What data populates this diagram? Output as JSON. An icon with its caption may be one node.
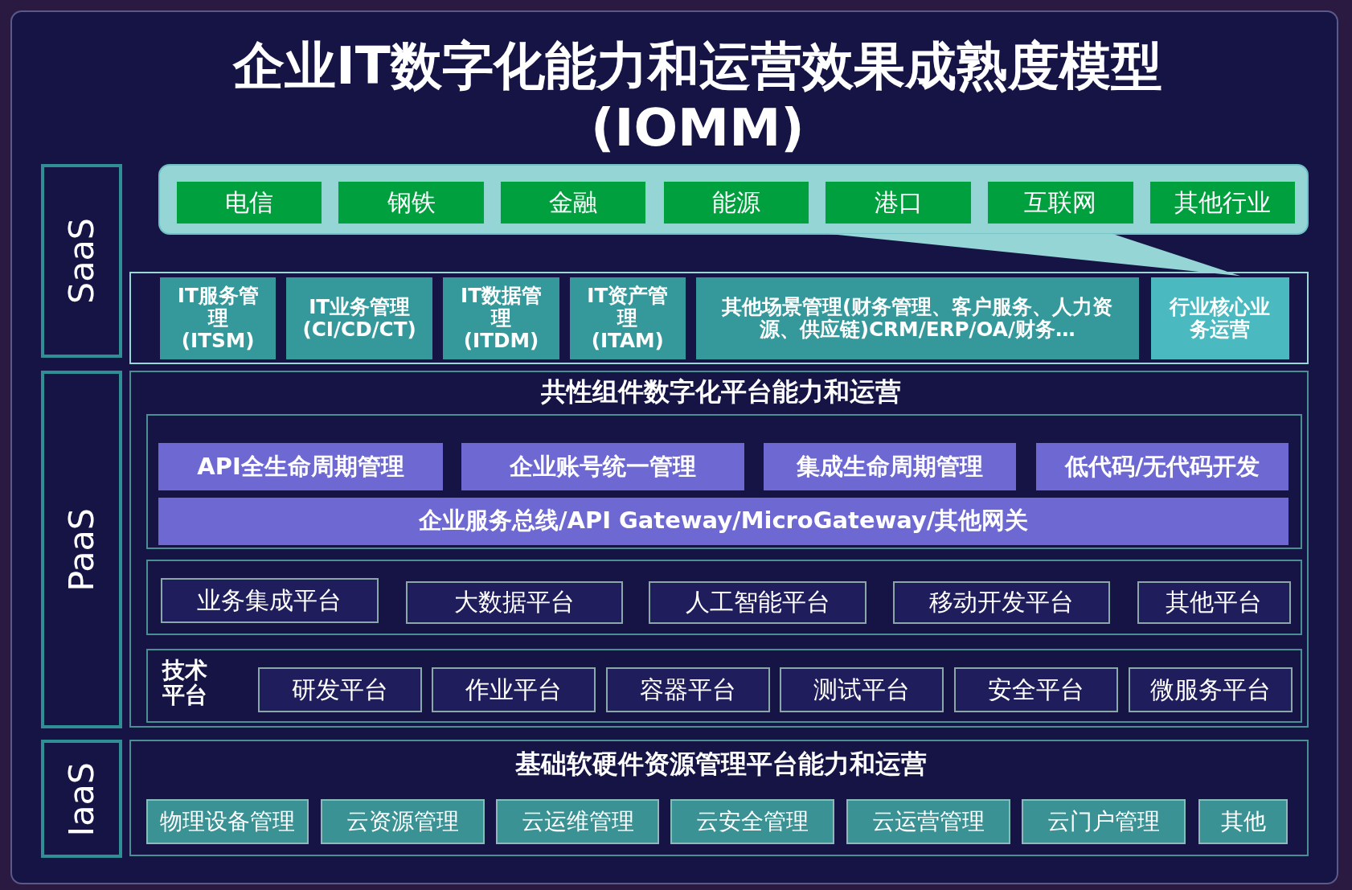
{
  "diagram": {
    "title": "企业IT数字化能力和运营效果成熟度模型(IOMM)",
    "nodes": [
      {
        "text": [
          "SaaS"
        ]
      },
      {
        "text": [],
        "shape": "box"
      },
      {
        "text": [
          "电信"
        ],
        "in": 1
      },
      {
        "text": [
          "钢铁"
        ],
        "in": 1
      },
      {
        "text": [
          "金融"
        ],
        "in": 1
      },
      {
        "text": [
          "能源"
        ],
        "in": 1
      },
      {
        "text": [
          "港口"
        ],
        "in": 1
      },
      {
        "text": [
          "互联网"
        ],
        "in": 1
      },
      {
        "text": [
          "其他行业"
        ],
        "in": 1
      },
      {
        "text": [],
        "shape": "box"
      },
      {
        "text": [
          "IT服务管理(ITSM)"
        ],
        "in": 9
      },
      {
        "text": [
          "IT业务管理(CI/CD/CT)"
        ],
        "in": 9
      },
      {
        "text": [
          "IT数据管理(ITDM)"
        ],
        "in": 9
      },
      {
        "text": [
          "IT资产管理(ITAM)"
        ],
        "in": 9
      },
      {
        "text": [
          "其他场景管理(财务管理、客户服务、人力资源、供应链)CRM/ERP/OA/财务…"
        ],
        "in": 9
      },
      {
        "text": [
          "行业核心业务运营"
        ],
        "in": 9
      },
      {
        "text": [
          "PaaS"
        ]
      },
      {
        "text": [
          "共性组件数字化平台能力和运营"
        ]
      },
      {
        "text": [],
        "shape": "box",
        "in": 17
      },
      {
        "text": [
          "API全生命周期管理"
        ],
        "in": 18
      },
      {
        "text": [
          "企业账号统一管理"
        ],
        "in": 18
      },
      {
        "text": [
          "集成生命周期管理"
        ],
        "in": 18
      },
      {
        "text": [
          "低代码/无代码开发"
        ],
        "in": 18
      },
      {
        "text": [
          "企业服务总线/API Gateway/MicroGateway/其他网关"
        ],
        "in": 18
      },
      {
        "text": [],
        "shape": "box",
        "in": 17
      },
      {
        "text": [
          "业务集成平台"
        ],
        "in": 24
      },
      {
        "text": [
          "大数据平台"
        ],
        "in": 24
      },
      {
        "text": [
          "人工智能平台"
        ],
        "in": 24
      },
      {
        "text": [
          "移动开发平台"
        ],
        "in": 24
      },
      {
        "text": [
          "其他平台"
        ],
        "in": 24
      },
      {
        "text": [
          "技术平台"
        ],
        "in": 17
      },
      {
        "text": [
          "研发平台"
        ],
        "in": 30
      },
      {
        "text": [
          "作业平台"
        ],
        "in": 30
      },
      {
        "text": [
          "容器平台"
        ],
        "in": 30
      },
      {
        "text": [
          "测试平台"
        ],
        "in": 30
      },
      {
        "text": [
          "安全平台"
        ],
        "in": 30
      },
      {
        "text": [
          "微服务平台"
        ],
        "in": 30
      },
      {
        "text": [
          "IaaS"
        ]
      },
      {
        "text": [
          "基础软硬件资源管理平台能力和运营"
        ]
      },
      {
        "text": [
          "物理设备管理"
        ],
        "in": 38
      },
      {
        "text": [
          "云资源管理"
        ],
        "in": 38
      },
      {
        "text": [
          "云运维管理"
        ],
        "in": 38
      },
      {
        "text": [
          "云安全管理"
        ],
        "in": 38
      },
      {
        "text": [
          "云运营管理"
        ],
        "in": 38
      },
      {
        "text": [
          "云门户管理"
        ],
        "in": 38
      },
      {
        "text": [
          "其他"
        ],
        "in": 38
      }
    ],
    "edges": [
      {
        "from": 1,
        "to": 15,
        "arrow": "none"
      }
    ]
  }
}
